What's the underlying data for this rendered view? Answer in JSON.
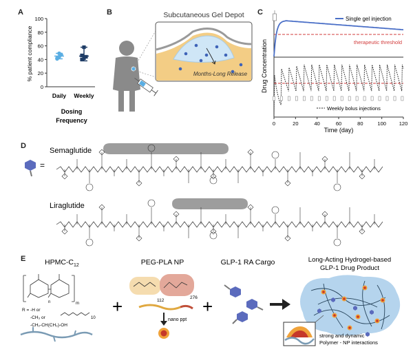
{
  "panels": {
    "a": {
      "label": "A",
      "chart_data": {
        "type": "scatter",
        "ylabel": "% patient compliance",
        "xlabel": "Dosing Frequency",
        "ylim": [
          0,
          100
        ],
        "yticks": [
          "0",
          "20",
          "40",
          "60",
          "80",
          "100"
        ],
        "categories": [
          "Daily",
          "Weekly"
        ],
        "points": {
          "Daily": [
            41,
            44,
            47,
            42,
            49
          ],
          "Weekly": [
            40,
            42,
            44,
            46,
            58
          ]
        },
        "means": {
          "Daily": 45,
          "Weekly": 45
        },
        "error": {
          "Daily": [
            41,
            49
          ],
          "Weekly": [
            38,
            58
          ]
        },
        "colors": {
          "Daily": "#5aaee3",
          "Weekly": "#1f3d66"
        }
      }
    },
    "b": {
      "label": "B",
      "title": "Subcutaneous Gel Depot",
      "release_label": "Months-Long Release"
    },
    "c": {
      "label": "C",
      "chart_data": {
        "type": "line",
        "ylabel": "Drug Concentration",
        "xlabel": "Time (day)",
        "xlim": [
          0,
          120
        ],
        "xticks": [
          "0",
          "20",
          "40",
          "60",
          "80",
          "100",
          "120"
        ],
        "top_series": {
          "name": "Single gel injection",
          "color": "#4a6fc7"
        },
        "threshold_label": "therapeutic threshold",
        "threshold_color": "#d23b3b",
        "bottom_series": {
          "name": "Weekly bolus injections",
          "color": "#222222",
          "period_days": 7
        }
      }
    },
    "d": {
      "label": "D",
      "equals": "=",
      "molecule1": "Semaglutide",
      "molecule2": "Liraglutide"
    },
    "e": {
      "label": "E",
      "hpmc_base": "HPMC-C",
      "hpmc_sub": "12",
      "r_group": "R = -H or",
      "r_alt1": "-CH₃ or",
      "r_alt2": "-CH₂-CH(CH₃)-OH",
      "sub_n": "n",
      "sub_m": "m",
      "sub_10": "10",
      "peg_pla": "PEG-PLA NP",
      "sub_112": "112",
      "sub_276": "276",
      "nano_ppt": "nano ppt",
      "glp1_cargo": "GLP-1 RA Cargo",
      "product_title_1": "Long-Acting Hydrogel-based",
      "product_title_2": "GLP-1 Drug Product",
      "interaction_1": "strong and dynamic",
      "interaction_2": "Polymer - NP interactions",
      "plus": "+"
    }
  }
}
